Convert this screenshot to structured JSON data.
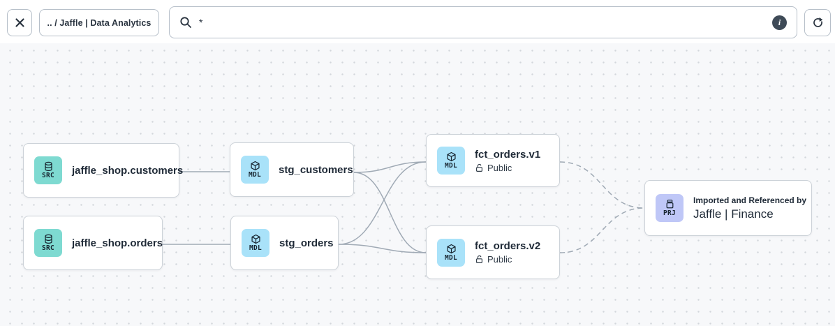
{
  "topbar": {
    "breadcrumb": ".. / Jaffle | Data Analytics",
    "search_value": "*"
  },
  "graph": {
    "nodes": [
      {
        "badge": "SRC",
        "type": "source",
        "title": "jaffle_shop.customers"
      },
      {
        "badge": "SRC",
        "type": "source",
        "title": "jaffle_shop.orders"
      },
      {
        "badge": "MDL",
        "type": "model",
        "title": "stg_customers"
      },
      {
        "badge": "MDL",
        "type": "model",
        "title": "stg_orders"
      },
      {
        "badge": "MDL",
        "type": "model",
        "title": "fct_orders.v1",
        "access": "Public"
      },
      {
        "badge": "MDL",
        "type": "model",
        "title": "fct_orders.v2",
        "access": "Public"
      },
      {
        "badge": "PRJ",
        "type": "project",
        "subtitle": "Imported and Referenced by",
        "title": "Jaffle | Finance"
      }
    ],
    "edges": [
      {
        "from": "jaffle_shop.customers",
        "to": "stg_customers",
        "style": "solid"
      },
      {
        "from": "jaffle_shop.orders",
        "to": "stg_orders",
        "style": "solid"
      },
      {
        "from": "stg_customers",
        "to": "fct_orders.v1",
        "style": "solid"
      },
      {
        "from": "stg_customers",
        "to": "fct_orders.v2",
        "style": "solid"
      },
      {
        "from": "stg_orders",
        "to": "fct_orders.v1",
        "style": "solid"
      },
      {
        "from": "stg_orders",
        "to": "fct_orders.v2",
        "style": "solid"
      },
      {
        "from": "fct_orders.v1",
        "to": "Jaffle | Finance",
        "style": "dashed"
      },
      {
        "from": "fct_orders.v2",
        "to": "Jaffle | Finance",
        "style": "dashed"
      }
    ]
  },
  "icons": {
    "close": "close-icon",
    "search": "search-icon",
    "info": "info-icon",
    "refresh": "refresh-icon",
    "source": "database-icon",
    "model": "cube-icon",
    "project": "package-icon",
    "public": "lock-open-icon"
  },
  "colors": {
    "source_badge": "#7edad1",
    "model_badge": "#a9e2f9",
    "project_badge": "#bfc7f7",
    "edge": "#a0aab5",
    "canvas_bg": "#f7f8fa",
    "info_badge_bg": "#3e4a57"
  }
}
